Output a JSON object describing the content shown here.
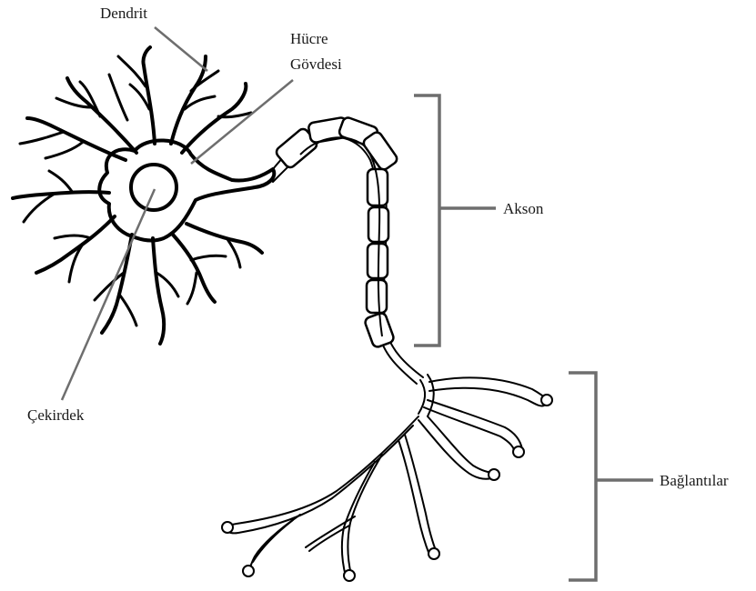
{
  "labels": {
    "dendrite": "Dendrit",
    "cell_body_line1": "Hücre",
    "cell_body_line2": "Gövdesi",
    "nucleus": "Çekirdek",
    "axon": "Akson",
    "terminals": "Bağlantılar"
  },
  "colors": {
    "background": "#ffffff",
    "line_art": "#000000",
    "leader_lines": "#6e6e6e",
    "text": "#1a1a1a"
  }
}
